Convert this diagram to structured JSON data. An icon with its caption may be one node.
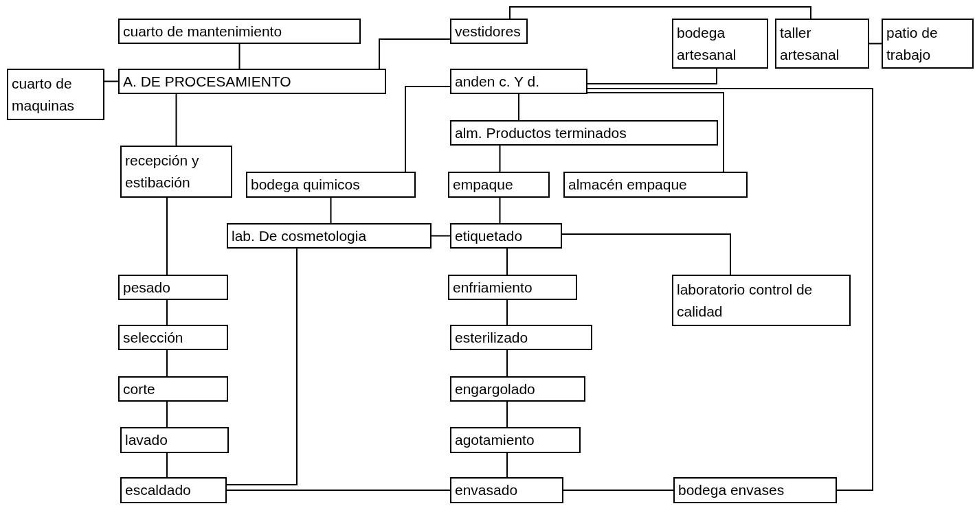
{
  "diagram": {
    "nodes": [
      {
        "text": [
          "cuarto de mantenimiento"
        ]
      },
      {
        "text": [
          "vestidores"
        ]
      },
      {
        "text": [
          "bodega artesanal"
        ]
      },
      {
        "text": [
          "taller artesanal"
        ]
      },
      {
        "text": [
          "patio de trabajo"
        ]
      },
      {
        "text": [
          "cuarto de maquinas"
        ]
      },
      {
        "text": [
          "A. DE PROCESAMIENTO"
        ]
      },
      {
        "text": [
          "anden c. Y d."
        ]
      },
      {
        "text": [
          "alm. Productos terminados"
        ]
      },
      {
        "text": [
          "recepción y estibación"
        ]
      },
      {
        "text": [
          "bodega quimicos"
        ]
      },
      {
        "text": [
          "empaque"
        ]
      },
      {
        "text": [
          "almacén empaque"
        ]
      },
      {
        "text": [
          "lab. De cosmetologia"
        ]
      },
      {
        "text": [
          "etiquetado"
        ]
      },
      {
        "text": [
          "laboratorio control de calidad"
        ]
      },
      {
        "text": [
          "pesado"
        ]
      },
      {
        "text": [
          "enfriamiento"
        ]
      },
      {
        "text": [
          "selección"
        ]
      },
      {
        "text": [
          "esterilizado"
        ]
      },
      {
        "text": [
          "corte"
        ]
      },
      {
        "text": [
          "engargolado"
        ]
      },
      {
        "text": [
          "lavado"
        ]
      },
      {
        "text": [
          "agotamiento"
        ]
      },
      {
        "text": [
          "escaldado"
        ]
      },
      {
        "text": [
          "envasado"
        ]
      },
      {
        "text": [
          "bodega envases"
        ]
      }
    ],
    "edges": [
      {
        "from": 0,
        "to": 6,
        "arrow": "none"
      },
      {
        "from": 5,
        "to": 6,
        "arrow": "none"
      },
      {
        "from": 6,
        "to": 1,
        "arrow": "none"
      },
      {
        "from": 1,
        "to": 3,
        "arrow": "none"
      },
      {
        "from": 3,
        "to": 4,
        "arrow": "none"
      },
      {
        "from": 2,
        "to": 7,
        "arrow": "none"
      },
      {
        "from": 7,
        "to": 26,
        "arrow": "none"
      },
      {
        "from": 7,
        "to": 12,
        "arrow": "none"
      },
      {
        "from": 7,
        "to": 10,
        "arrow": "none"
      },
      {
        "from": 7,
        "to": 8,
        "arrow": "none"
      },
      {
        "from": 6,
        "to": 9,
        "arrow": "none"
      },
      {
        "from": 8,
        "to": 11,
        "arrow": "none"
      },
      {
        "from": 10,
        "to": 13,
        "arrow": "none"
      },
      {
        "from": 11,
        "to": 14,
        "arrow": "none"
      },
      {
        "from": 13,
        "to": 14,
        "arrow": "none"
      },
      {
        "from": 14,
        "to": 15,
        "arrow": "none"
      },
      {
        "from": 9,
        "to": 16,
        "arrow": "none"
      },
      {
        "from": 14,
        "to": 17,
        "arrow": "none"
      },
      {
        "from": 16,
        "to": 18,
        "arrow": "none"
      },
      {
        "from": 17,
        "to": 19,
        "arrow": "none"
      },
      {
        "from": 18,
        "to": 20,
        "arrow": "none"
      },
      {
        "from": 19,
        "to": 21,
        "arrow": "none"
      },
      {
        "from": 20,
        "to": 22,
        "arrow": "none"
      },
      {
        "from": 21,
        "to": 23,
        "arrow": "none"
      },
      {
        "from": 22,
        "to": 24,
        "arrow": "none"
      },
      {
        "from": 23,
        "to": 25,
        "arrow": "none"
      },
      {
        "from": 13,
        "to": 24,
        "arrow": "none"
      },
      {
        "from": 24,
        "to": 25,
        "arrow": "none"
      },
      {
        "from": 25,
        "to": 26,
        "arrow": "none"
      }
    ]
  }
}
